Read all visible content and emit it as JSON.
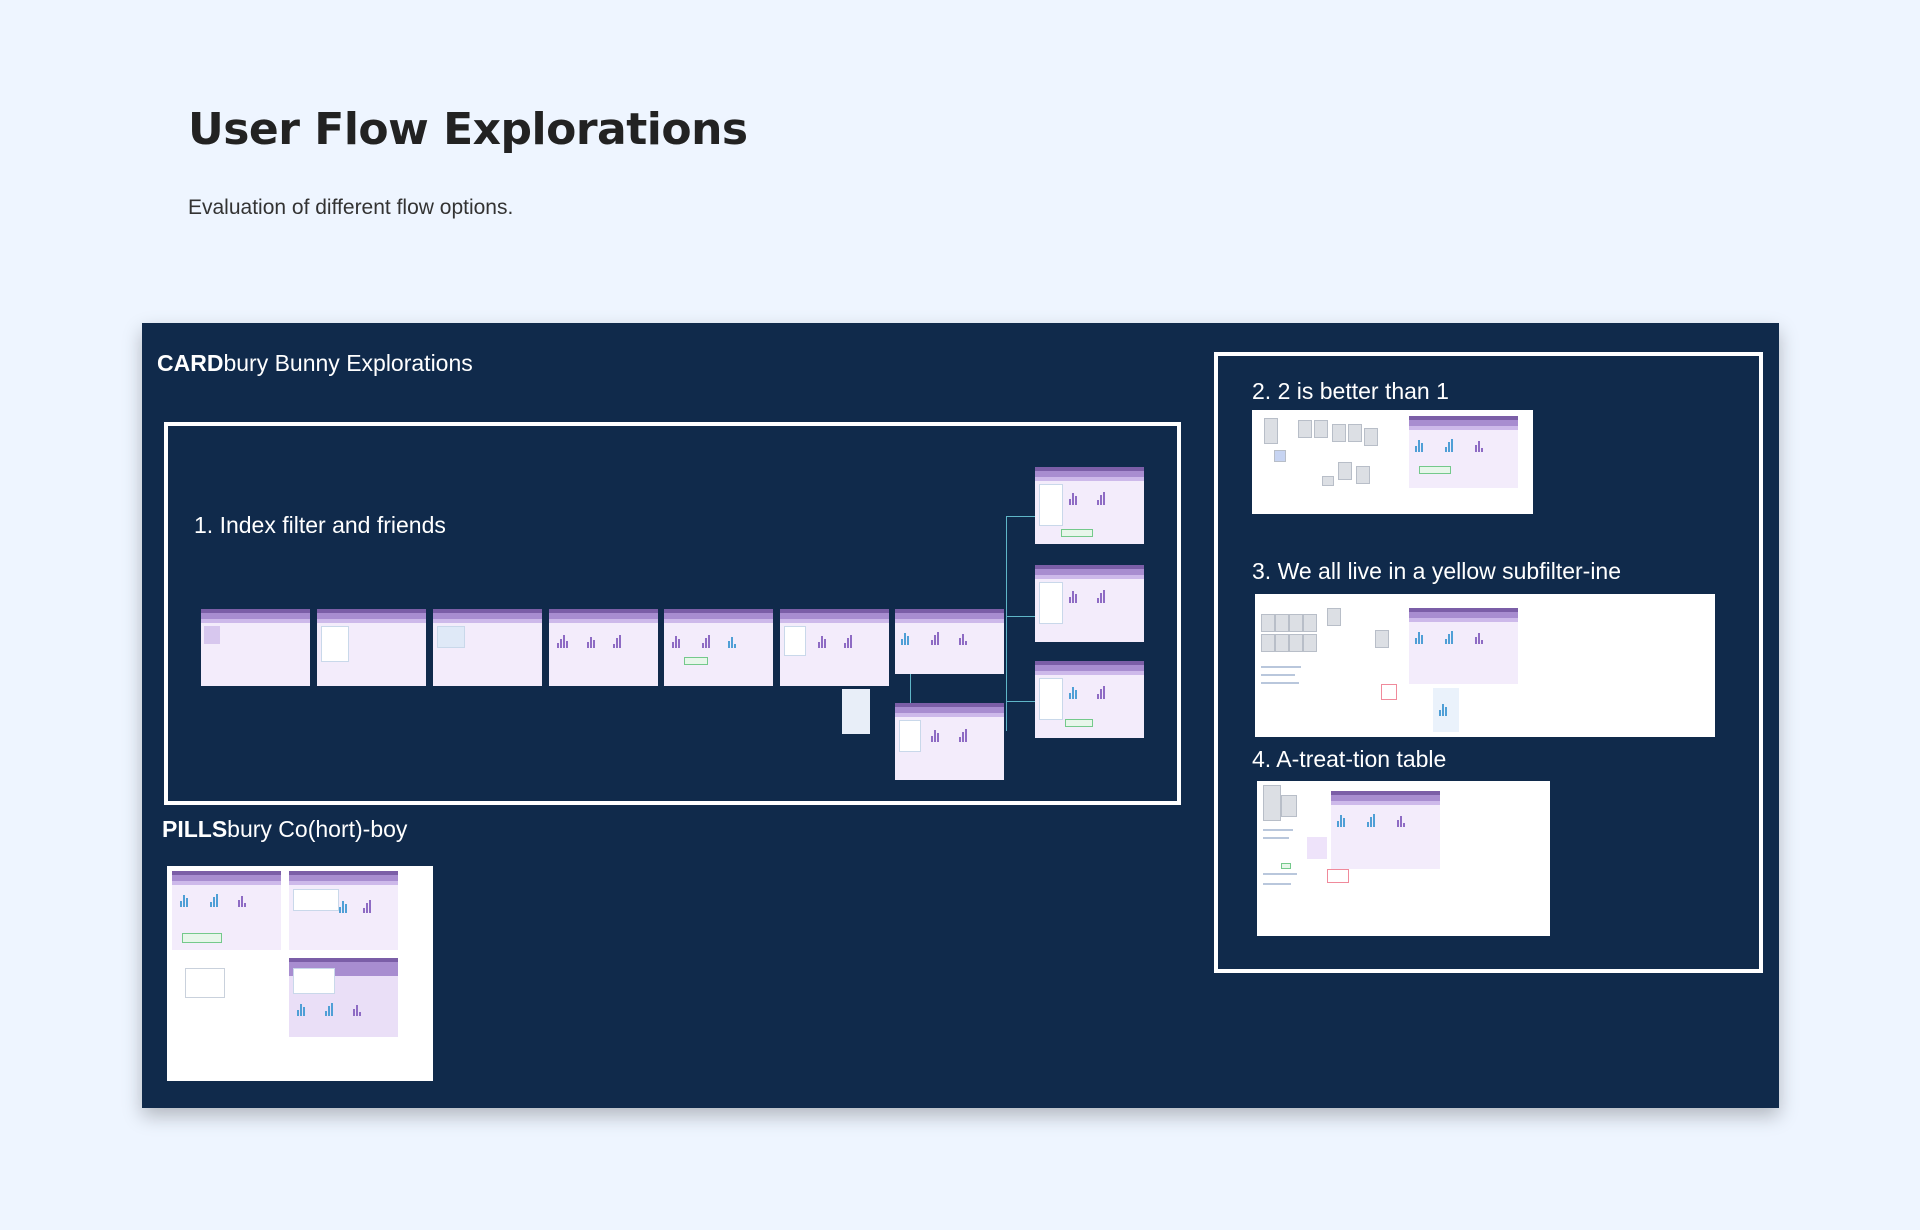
{
  "page": {
    "title": "User Flow Explorations",
    "subtitle": "Evaluation of different flow options."
  },
  "board": {
    "cardbury": {
      "bold": "CARD",
      "rest": "bury Bunny Explorations"
    },
    "pillsbury": {
      "bold": "PILLS",
      "rest": "bury Co(hort)-boy"
    },
    "sections": {
      "s1": "1. Index filter and friends",
      "s2": "2. 2 is better than 1",
      "s3": "3. We all live in a yellow subfilter-ine",
      "s4": "4. A-treat-tion table"
    }
  },
  "colors": {
    "background": "#eef5ff",
    "board": "#102a4b",
    "frame": "#ffffff",
    "accent_purple": "#7b5ea7",
    "accent_blue": "#4f9fd6"
  }
}
